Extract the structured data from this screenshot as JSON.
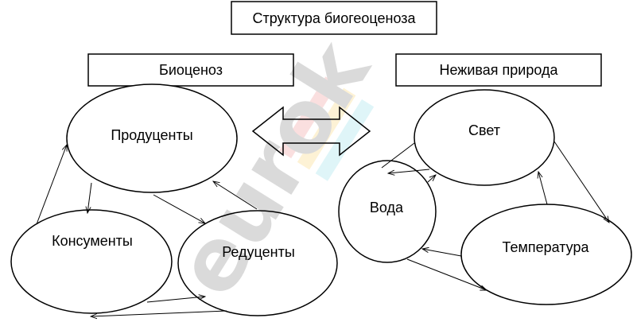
{
  "title": "Структура биогеоценоза",
  "left_header": "Биоценоз",
  "right_header": "Неживая природа",
  "nodes": {
    "producers": "Продуценты",
    "consumers": "Консументы",
    "reducers": "Редуценты",
    "light": "Свет",
    "water": "Вода",
    "temperature": "Температура"
  },
  "watermark": "eurok"
}
